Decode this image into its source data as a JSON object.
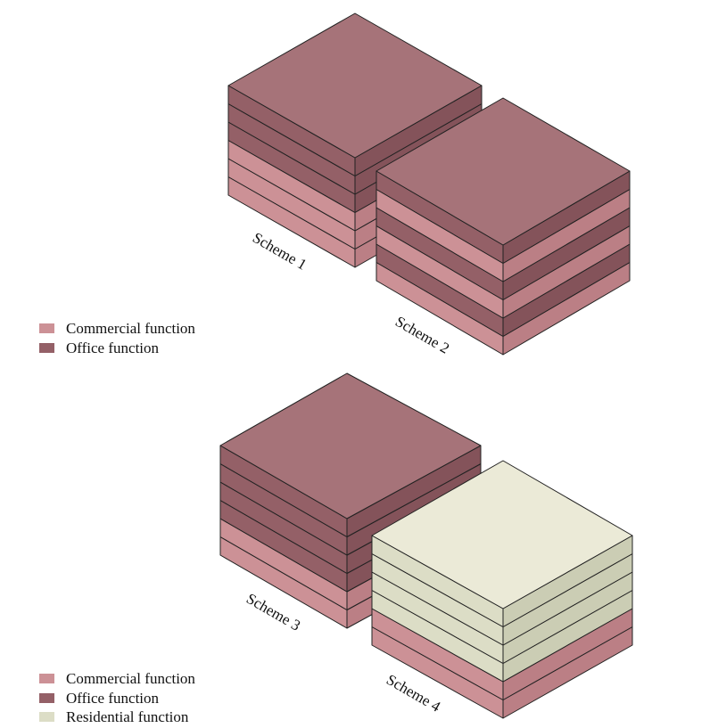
{
  "colors": {
    "commercial": {
      "front": "#cc9196",
      "side": "#bb7f85",
      "top": "#d39ba0"
    },
    "office": {
      "front": "#946067",
      "side": "#84535a",
      "top": "#a67379"
    },
    "residential": {
      "front": "#dcddc6",
      "side": "#cbcdb4",
      "top": "#ebead7"
    },
    "edge": "#222222"
  },
  "legend_top": [
    {
      "type": "commercial",
      "label": "Commercial function"
    },
    {
      "type": "office",
      "label": "Office function"
    }
  ],
  "legend_bottom": [
    {
      "type": "commercial",
      "label": "Commercial function"
    },
    {
      "type": "office",
      "label": "Office function"
    },
    {
      "type": "residential",
      "label": "Residential function"
    }
  ],
  "schemes": [
    {
      "label": "Scheme 1",
      "floors": [
        "commercial",
        "commercial",
        "commercial",
        "office",
        "office",
        "office"
      ]
    },
    {
      "label": "Scheme 2",
      "floors": [
        "commercial",
        "office",
        "commercial",
        "office",
        "commercial",
        "office"
      ]
    },
    {
      "label": "Scheme 3",
      "floors": [
        "commercial",
        "commercial",
        "office",
        "office",
        "office",
        "office"
      ]
    },
    {
      "label": "Scheme 4",
      "floors": [
        "commercial",
        "commercial",
        "residential",
        "residential",
        "residential",
        "residential"
      ]
    }
  ]
}
